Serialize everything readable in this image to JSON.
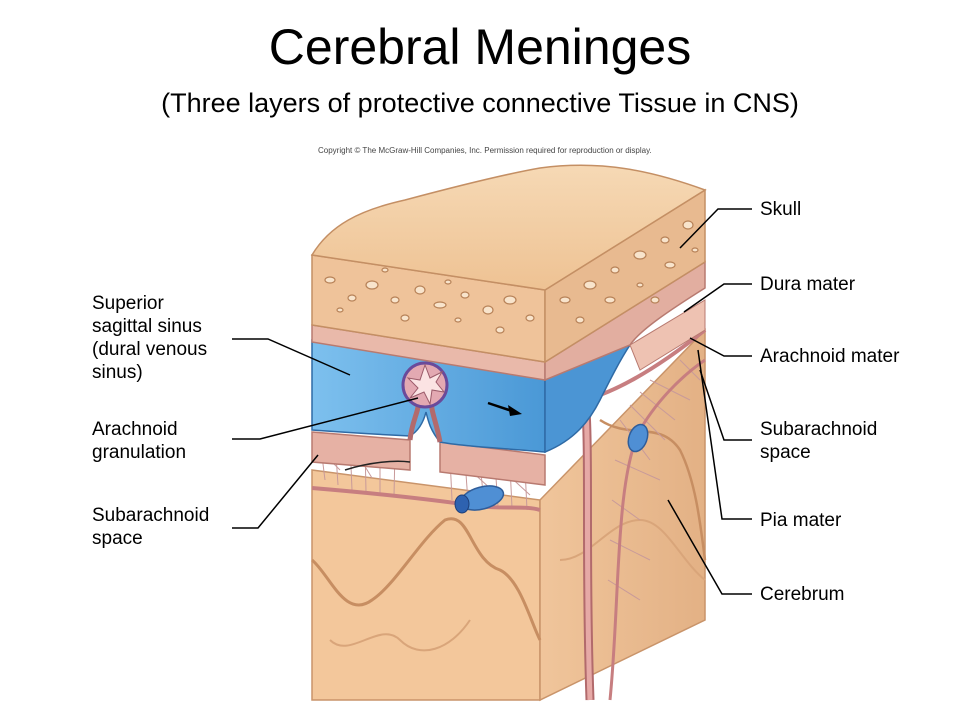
{
  "title": "Cerebral Meninges",
  "subtitle": "(Three layers of protective connective Tissue in CNS)",
  "copyright": "Copyright © The McGraw-Hill Companies, Inc. Permission required for reproduction or display.",
  "labels": {
    "skull": "Skull",
    "dura_mater": "Dura mater",
    "arachnoid_mater": "Arachnoid mater",
    "subarachnoid_space_right": [
      "Subarachnoid",
      "space"
    ],
    "pia_mater": "Pia mater",
    "cerebrum": "Cerebrum",
    "superior_sagittal_sinus": [
      "Superior",
      "sagittal sinus",
      "(dural venous",
      "sinus)"
    ],
    "arachnoid_granulation": [
      "Arachnoid",
      "granulation"
    ],
    "subarachnoid_space_left": [
      "Subarachnoid",
      "space"
    ]
  },
  "colors": {
    "bone": "#f1c99b",
    "bone_dark": "#d9a57a",
    "dura": "#e7b3a6",
    "sinus": "#5aa8e0",
    "brain": "#f3c79b",
    "brain_side": "#ebbe91"
  }
}
